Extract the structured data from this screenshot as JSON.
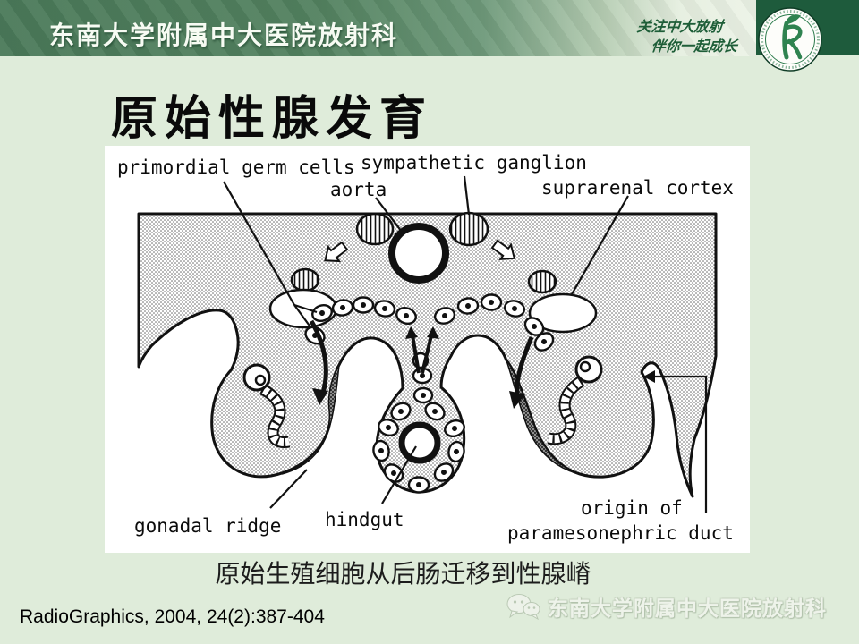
{
  "header": {
    "department": "东南大学附属中大医院放射科",
    "slogan_line1": "关注中大放射",
    "slogan_line2": "伴你一起成长"
  },
  "slide": {
    "title": "原始性腺发育",
    "caption": "原始生殖细胞从后肠迁移到性腺嵴",
    "reference": "RadioGraphics, 2004, 24(2):387-404",
    "watermark": "东南大学附属中大医院放射科"
  },
  "diagram_labels": {
    "primordial_germ_cells": "primordial germ cells",
    "sympathetic_ganglion": "sympathetic ganglion",
    "aorta": "aorta",
    "suprarenal_cortex": "suprarenal cortex",
    "gonadal_ridge": "gonadal ridge",
    "hindgut": "hindgut",
    "origin_line1": "origin of",
    "origin_line2": "paramesonephric duct"
  },
  "colors": {
    "header_green": "#4a7959",
    "header_dark_green": "#1e5b3c",
    "slide_background": "#dfecda",
    "slogan_green": "#1e5e38",
    "logo_green": "#2f8350",
    "diagram_ink": "#111111"
  }
}
